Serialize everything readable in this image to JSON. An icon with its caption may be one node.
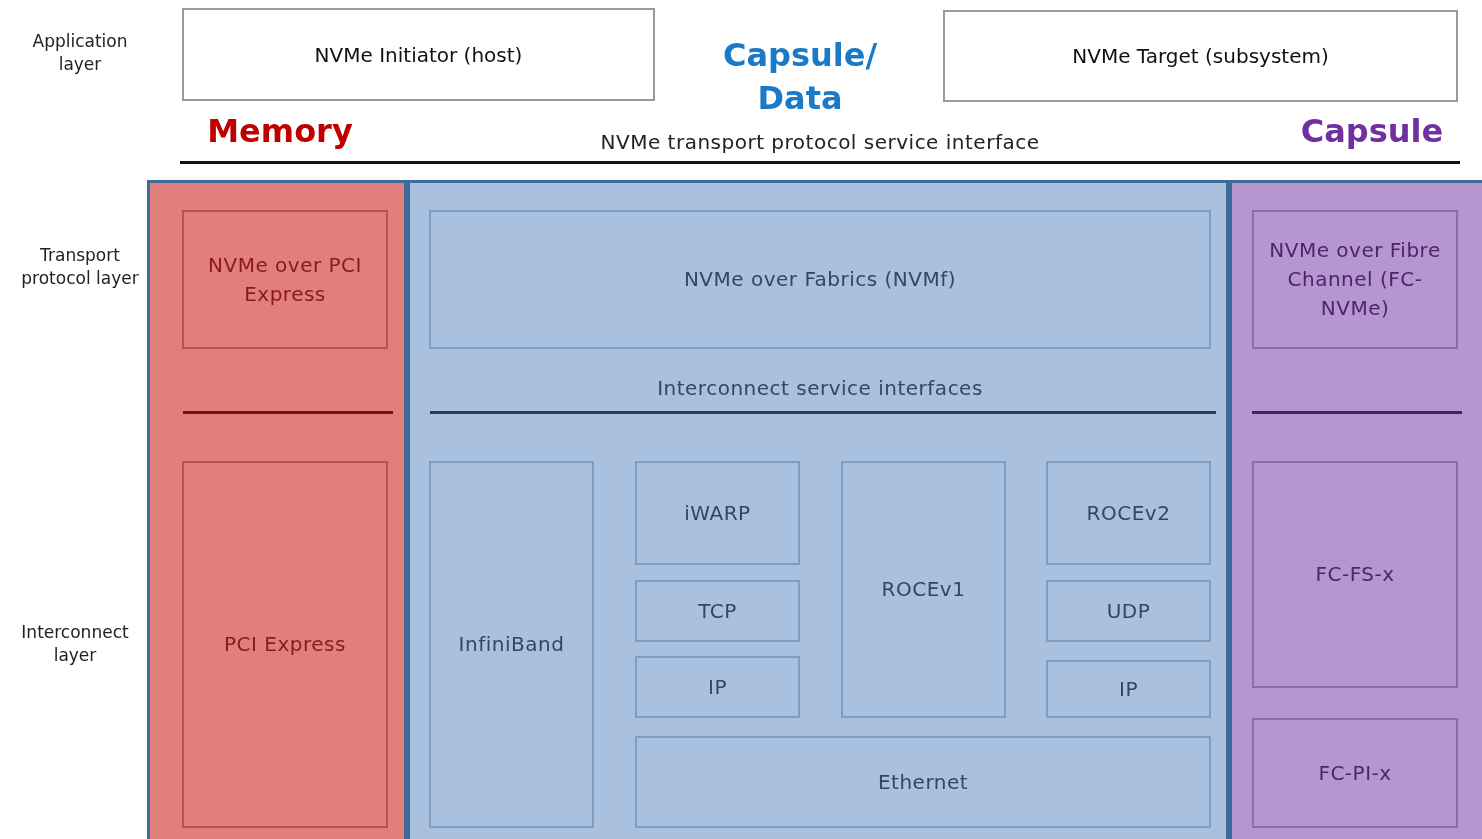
{
  "diagram": {
    "nodes": [
      {
        "text": [
          "NVMe Initiator (host)"
        ]
      },
      {
        "text": [
          "NVMe Target (subsystem)"
        ]
      },
      {
        "text": [
          "Memory"
        ]
      },
      {
        "text": [
          "NVMe over PCI Express"
        ],
        "in": 2
      },
      {
        "text": [
          "PCI Express"
        ],
        "in": 2
      },
      {
        "text": [],
        "shape": "box"
      },
      {
        "text": [
          "NVMe over Fabrics (NVMf)"
        ],
        "in": 5
      },
      {
        "text": [
          "InfiniBand"
        ],
        "in": 5
      },
      {
        "text": [
          "iWARP"
        ],
        "in": 5
      },
      {
        "text": [
          "TCP"
        ],
        "in": 5
      },
      {
        "text": [
          "IP"
        ],
        "in": 5
      },
      {
        "text": [
          "ROCEv1"
        ],
        "in": 5
      },
      {
        "text": [
          "ROCEv2"
        ],
        "in": 5
      },
      {
        "text": [
          "UDP"
        ],
        "in": 5
      },
      {
        "text": [
          "IP"
        ],
        "in": 5
      },
      {
        "text": [
          "Ethernet"
        ],
        "in": 5
      },
      {
        "text": [
          "Capsule"
        ]
      },
      {
        "text": [
          "NVMe over Fibre Channel (FC-NVMe)"
        ],
        "in": 16
      },
      {
        "text": [
          "FC-FS-x"
        ],
        "in": 16
      },
      {
        "text": [
          "FC-PI-x"
        ],
        "in": 16
      }
    ],
    "edges": [],
    "labels": [
      "Application layer",
      "Capsule/ Data",
      "NVMe transport protocol service interface",
      "Transport protocol layer",
      "Interconnect service interfaces",
      "Interconnect layer"
    ]
  }
}
